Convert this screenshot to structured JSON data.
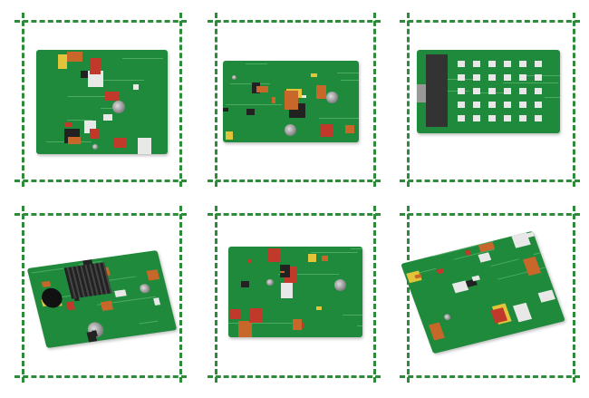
{
  "gallery": {
    "frame_color": "#2e8b3a",
    "board_color": "#1f8a3c",
    "items": [
      {
        "id": 1,
        "subject": "pcb-board"
      },
      {
        "id": 2,
        "subject": "pcb-board"
      },
      {
        "id": 3,
        "subject": "pcb-board"
      },
      {
        "id": 4,
        "subject": "pcb-board"
      },
      {
        "id": 5,
        "subject": "pcb-board"
      },
      {
        "id": 6,
        "subject": "pcb-board"
      }
    ]
  }
}
